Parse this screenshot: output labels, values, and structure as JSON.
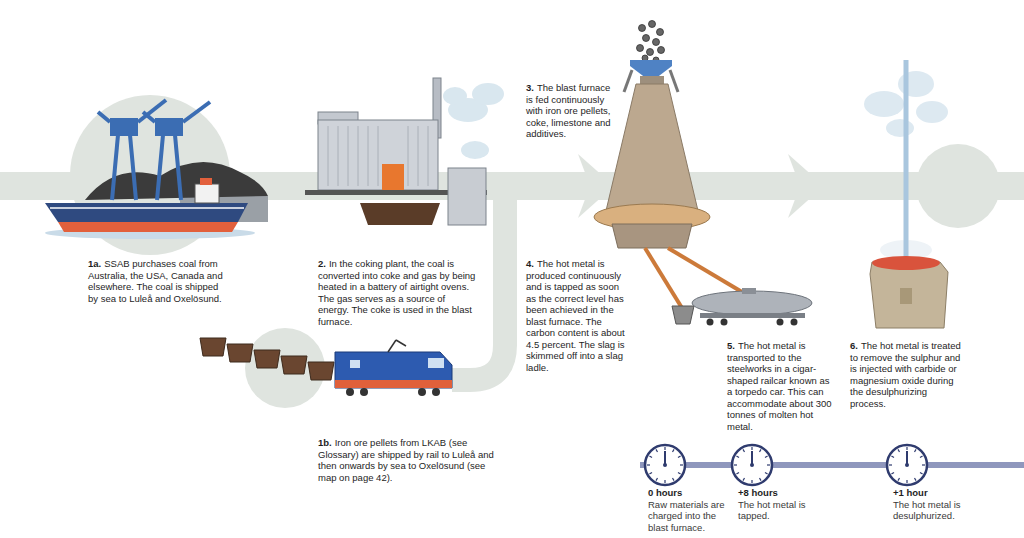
{
  "diagram": {
    "labels": [
      "1a.",
      "SSAB purchases coal from Australia, the USA, Canada and elsewhere. The coal is shipped by sea to Luleå and Oxelösund.",
      "2.",
      "In the coking plant, the coal is converted into coke and gas by being heated in a battery of airtight ovens. The gas serves as a source of energy. The coke is used in the blast furnace.",
      "3.",
      "The blast furnace is fed continuously with iron ore pellets, coke, limestone and additives.",
      "4.",
      "The hot metal is produced continuously and is tapped as soon as the correct level has been achieved in the blast furnace. The carbon content is about 4.5 percent. The slag is skimmed off into a slag ladle.",
      "5.",
      "The hot metal is transported to the steelworks in a cigar-shaped railcar known as a torpedo car. This can accommodate about 300 tonnes of molten hot metal.",
      "6.",
      "The hot metal is treated to remove the sulphur and is injected with carbide or magnesium oxide during the desulphurizing process.",
      "1b.",
      "Iron ore pellets from LKAB (see Glossary) are shipped by rail to Luleå and then onwards by sea to Oxelösund (see map on page 42).",
      "0 hours",
      "Raw materials are charged into the blast furnace.",
      "+8 hours",
      "The hot metal is tapped.",
      "+1 hour",
      "The hot metal is desulphurized."
    ]
  }
}
